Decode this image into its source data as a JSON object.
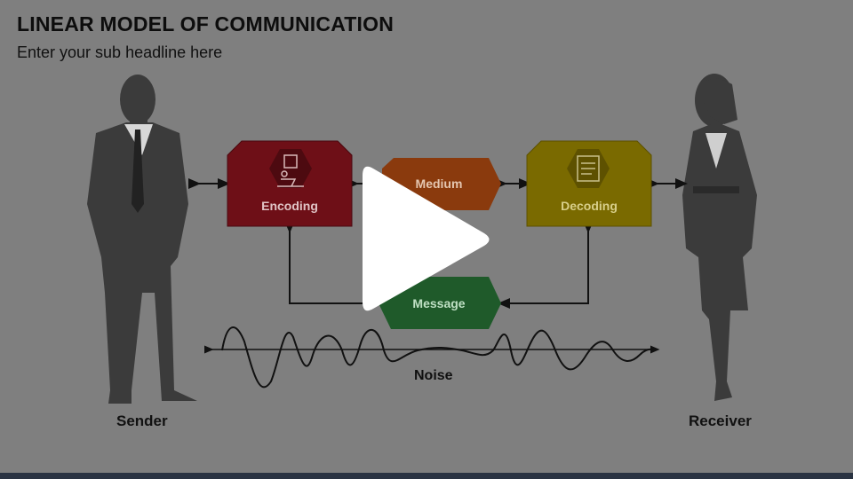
{
  "slide": {
    "title": "LINEAR MODEL OF COMMUNICATION",
    "subtitle": "Enter your sub headline here"
  },
  "diagram": {
    "sender_label": "Sender",
    "receiver_label": "Receiver",
    "encoding_label": "Encoding",
    "medium_label": "Medium",
    "decoding_label": "Decoding",
    "message_label": "Message",
    "noise_label": "Noise"
  },
  "colors": {
    "background": "#7f7f7f",
    "encoding": "#6e0f17",
    "medium": "#8a3a0d",
    "decoding": "#7a6a00",
    "message": "#1f5a2a",
    "silhouette": "#3a3a3a"
  },
  "icons": {
    "encoding": "writing-desk-icon",
    "decoding": "document-reading-icon",
    "overlay": "play-icon"
  }
}
